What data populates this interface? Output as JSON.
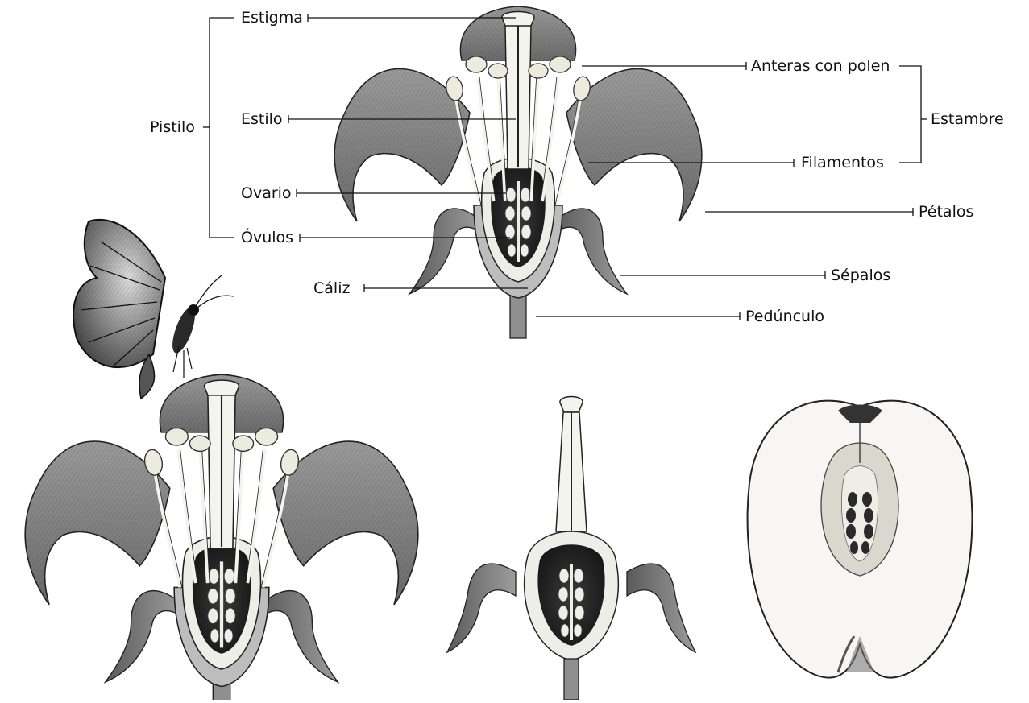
{
  "labels": {
    "estigma": "Estigma",
    "pistilo": "Pistilo",
    "estilo": "Estilo",
    "ovario": "Ovario",
    "ovulos": "Óvulos",
    "caliz": "Cáliz",
    "anteras": "Anteras con polen",
    "estambre": "Estambre",
    "filamentos": "Filamentos",
    "petalos": "Pétalos",
    "sepalos": "Sépalos",
    "pedunculo": "Pedúnculo"
  },
  "colors": {
    "ink": "#111111",
    "petal": "#8a8a8a",
    "petal_dark": "#555555",
    "cavity": "#2b2b2b",
    "light": "#f2f2ee",
    "fruit": "#f7f6f2"
  }
}
